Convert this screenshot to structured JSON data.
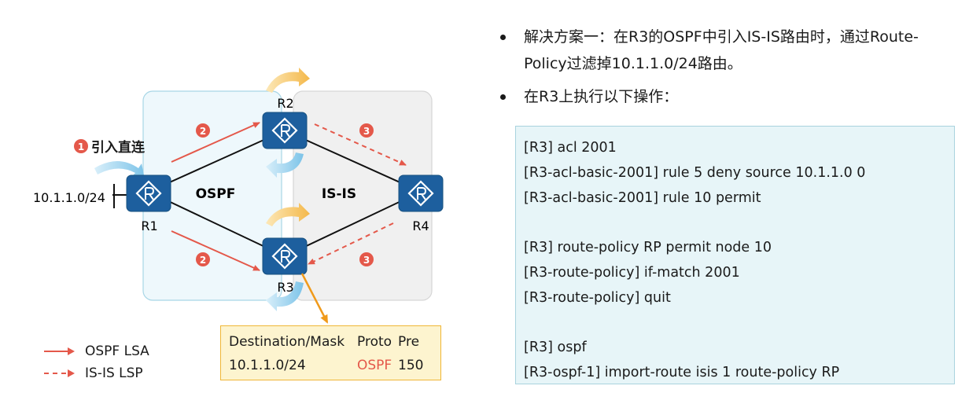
{
  "diagram": {
    "routers": {
      "r1": "R1",
      "r2": "R2",
      "r3": "R3",
      "r4": "R4"
    },
    "areas": {
      "ospf": "OSPF",
      "isis": "IS-IS"
    },
    "network": "10.1.1.0/24",
    "step1_label": "引入直连",
    "step_numbers": {
      "one": "1",
      "two": "2",
      "three": "3"
    },
    "colors": {
      "ospf_area_fill": "#eef8fc",
      "ospf_area_border": "#a8d6e6",
      "isis_area_fill": "#f0f0f0",
      "isis_area_border": "#d6d6d6",
      "router": "#1d5f9e",
      "arrow": "#e4584a",
      "badge": "#e4584a",
      "table_fill": "#fdf4cf",
      "table_border": "#efb636",
      "callout": "#f09a1b"
    }
  },
  "route_table": {
    "header": {
      "dest": "Destination/Mask",
      "proto": "Proto",
      "pre": "Pre"
    },
    "row": {
      "dest": "10.1.1.0/24",
      "proto": "OSPF",
      "pre": "150"
    }
  },
  "legend": {
    "ospf_lsa": "OSPF LSA",
    "isis_lsp": "IS-IS LSP"
  },
  "bullets": [
    "解决方案一：在R3的OSPF中引入IS-IS路由时，通过Route-Policy过滤掉10.1.1.0/24路由。",
    "在R3上执行以下操作："
  ],
  "config_lines": [
    "[R3] acl 2001",
    "[R3-acl-basic-2001] rule 5 deny source 10.1.1.0 0",
    "[R3-acl-basic-2001] rule 10 permit",
    "",
    "[R3] route-policy RP permit node 10",
    "[R3-route-policy] if-match 2001",
    "[R3-route-policy] quit",
    "",
    "[R3] ospf",
    "[R3-ospf-1] import-route isis 1 route-policy RP"
  ]
}
